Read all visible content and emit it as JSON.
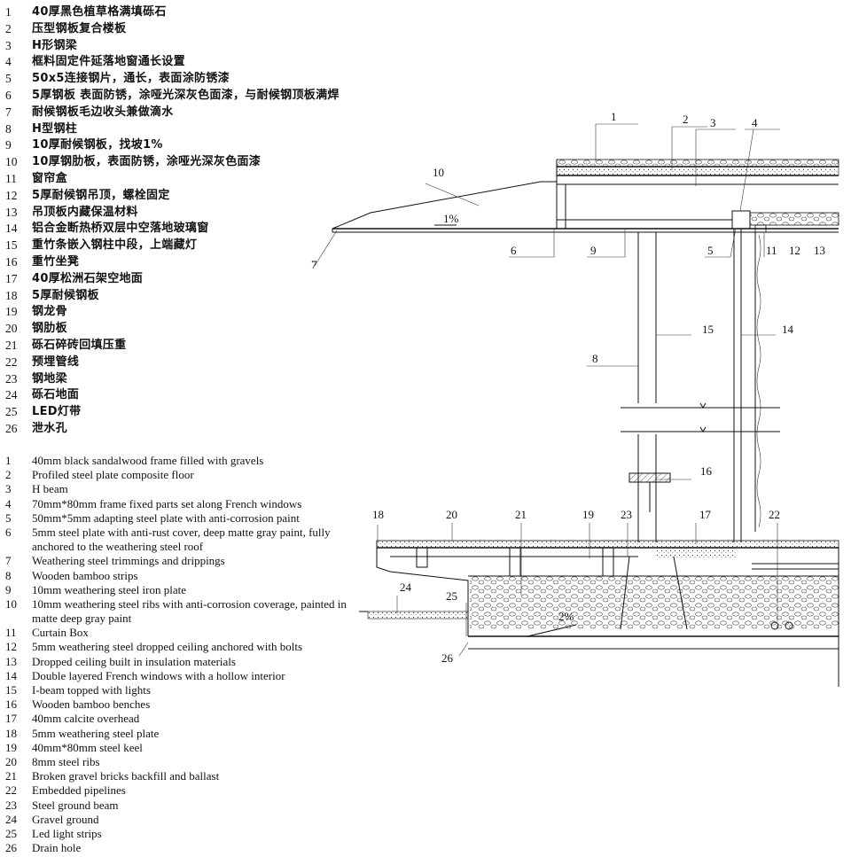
{
  "legend_cn": [
    {
      "n": "1",
      "t": "40厚黑色植草格满填砾石"
    },
    {
      "n": "2",
      "t": "压型钢板复合楼板"
    },
    {
      "n": "3",
      "t": "H形钢梁"
    },
    {
      "n": "4",
      "t": "框料固定件延落地窗通长设置"
    },
    {
      "n": "5",
      "t": "50x5连接钢片，通长，表面涂防锈漆"
    },
    {
      "n": "6",
      "t": "5厚钢板 表面防锈，涂哑光深灰色面漆，与耐候钢顶板满焊"
    },
    {
      "n": "7",
      "t": "耐候钢板毛边收头兼做滴水"
    },
    {
      "n": "8",
      "t": "H型钢柱"
    },
    {
      "n": "9",
      "t": "10厚耐候钢板，找坡1%"
    },
    {
      "n": "10",
      "t": "10厚钢肋板，表面防锈，涂哑光深灰色面漆"
    },
    {
      "n": "11",
      "t": "窗帘盒"
    },
    {
      "n": "12",
      "t": "5厚耐候钢吊顶，螺栓固定"
    },
    {
      "n": "13",
      "t": "吊顶板内藏保温材料"
    },
    {
      "n": "14",
      "t": "铝合金断热桥双层中空落地玻璃窗"
    },
    {
      "n": "15",
      "t": "重竹条嵌入钢柱中段，上端藏灯"
    },
    {
      "n": "16",
      "t": "重竹坐凳"
    },
    {
      "n": "17",
      "t": "40厚松洲石架空地面"
    },
    {
      "n": "18",
      "t": "5厚耐候钢板"
    },
    {
      "n": "19",
      "t": "钢龙骨"
    },
    {
      "n": "20",
      "t": "钢肋板"
    },
    {
      "n": "21",
      "t": "砾石碎砖回填压重"
    },
    {
      "n": "22",
      "t": "预埋管线"
    },
    {
      "n": "23",
      "t": "钢地梁"
    },
    {
      "n": "24",
      "t": "砾石地面"
    },
    {
      "n": "25",
      "t": "LED灯带"
    },
    {
      "n": "26",
      "t": "泄水孔"
    }
  ],
  "legend_en": [
    {
      "n": "1",
      "t": "40mm black sandalwood frame filled with gravels"
    },
    {
      "n": "2",
      "t": "Profiled steel plate composite floor"
    },
    {
      "n": "3",
      "t": "H beam"
    },
    {
      "n": "4",
      "t": "70mm*80mm frame fixed parts set along French windows"
    },
    {
      "n": "5",
      "t": "50mm*5mm adapting steel plate with anti-corrosion paint"
    },
    {
      "n": "6",
      "t": "5mm steel plate with anti-rust cover, deep matte gray paint, fully anchored to the weathering steel roof",
      "wrap": true
    },
    {
      "n": "7",
      "t": "Weathering steel trimmings and drippings"
    },
    {
      "n": "8",
      "t": "Wooden bamboo strips"
    },
    {
      "n": "9",
      "t": "10mm weathering steel iron plate"
    },
    {
      "n": "10",
      "t": "10mm weathering steel ribs with anti-corrosion coverage, painted in matte deep gray paint",
      "wrap": true
    },
    {
      "n": "11",
      "t": "Curtain Box"
    },
    {
      "n": "12",
      "t": "5mm weathering steel dropped ceiling anchored with bolts"
    },
    {
      "n": "13",
      "t": "Dropped ceiling built in insulation materials"
    },
    {
      "n": "14",
      "t": "Double layered French windows with a hollow interior"
    },
    {
      "n": "15",
      "t": "I-beam topped with lights"
    },
    {
      "n": "16",
      "t": "Wooden bamboo benches"
    },
    {
      "n": "17",
      "t": "40mm calcite overhead"
    },
    {
      "n": "18",
      "t": "5mm weathering steel plate"
    },
    {
      "n": "19",
      "t": "40mm*80mm steel keel"
    },
    {
      "n": "20",
      "t": "8mm steel ribs"
    },
    {
      "n": "21",
      "t": "Broken gravel bricks backfill and ballast"
    },
    {
      "n": "22",
      "t": "Embedded pipelines"
    },
    {
      "n": "23",
      "t": "Steel ground beam"
    },
    {
      "n": "24",
      "t": "Gravel ground"
    },
    {
      "n": "25",
      "t": "Led light strips"
    },
    {
      "n": "26",
      "t": "Drain hole"
    }
  ],
  "callouts": {
    "c1": "1",
    "c2": "2",
    "c3": "3",
    "c4": "4",
    "c5": "5",
    "c6": "6",
    "c7": "7",
    "c8": "8",
    "c9": "9",
    "c10": "10",
    "c11": "11",
    "c12": "12",
    "c13": "13",
    "c14": "14",
    "c15": "15",
    "c16": "16",
    "c17": "17",
    "c18": "18",
    "c19": "19",
    "c20": "20",
    "c21": "21",
    "c22": "22",
    "c23": "23",
    "c24": "24",
    "c25": "25",
    "c26": "26"
  },
  "slopes": {
    "roof": "1%",
    "ground": "2%"
  }
}
